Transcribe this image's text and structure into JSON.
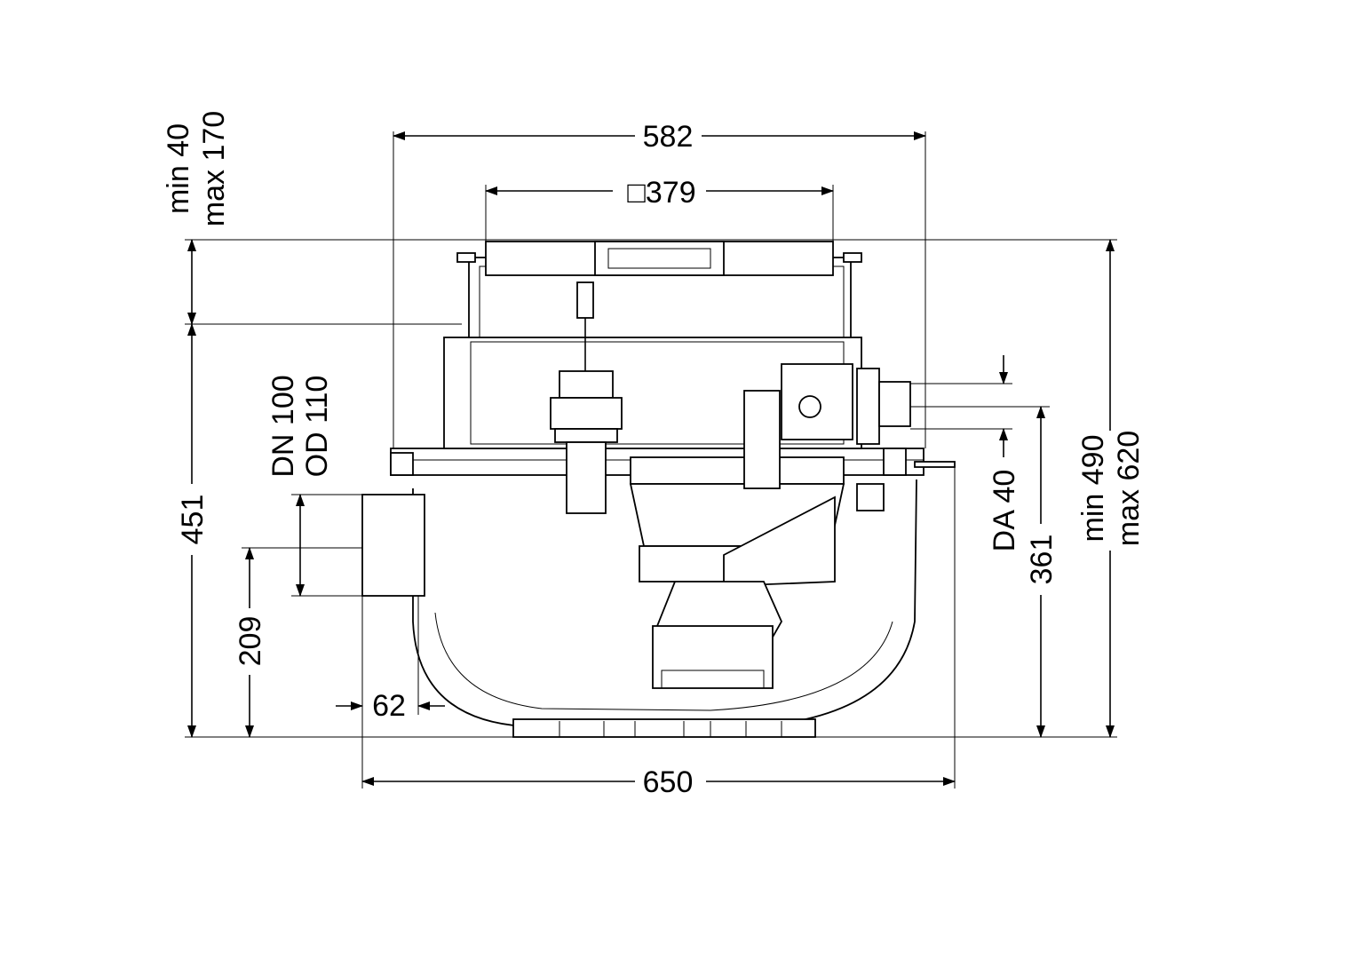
{
  "dimensions": {
    "width_top": "582",
    "cover_square": "□379",
    "min_max_top": [
      "min 40",
      "max 170"
    ],
    "height_body": "451",
    "inlet_height": "209",
    "inlet_size": [
      "DN 100",
      "OD 110"
    ],
    "inlet_offset": "62",
    "width_bottom": "650",
    "outlet_height": "361",
    "outlet_size": "DA 40",
    "total_height": [
      "min 490",
      "max 620"
    ]
  }
}
